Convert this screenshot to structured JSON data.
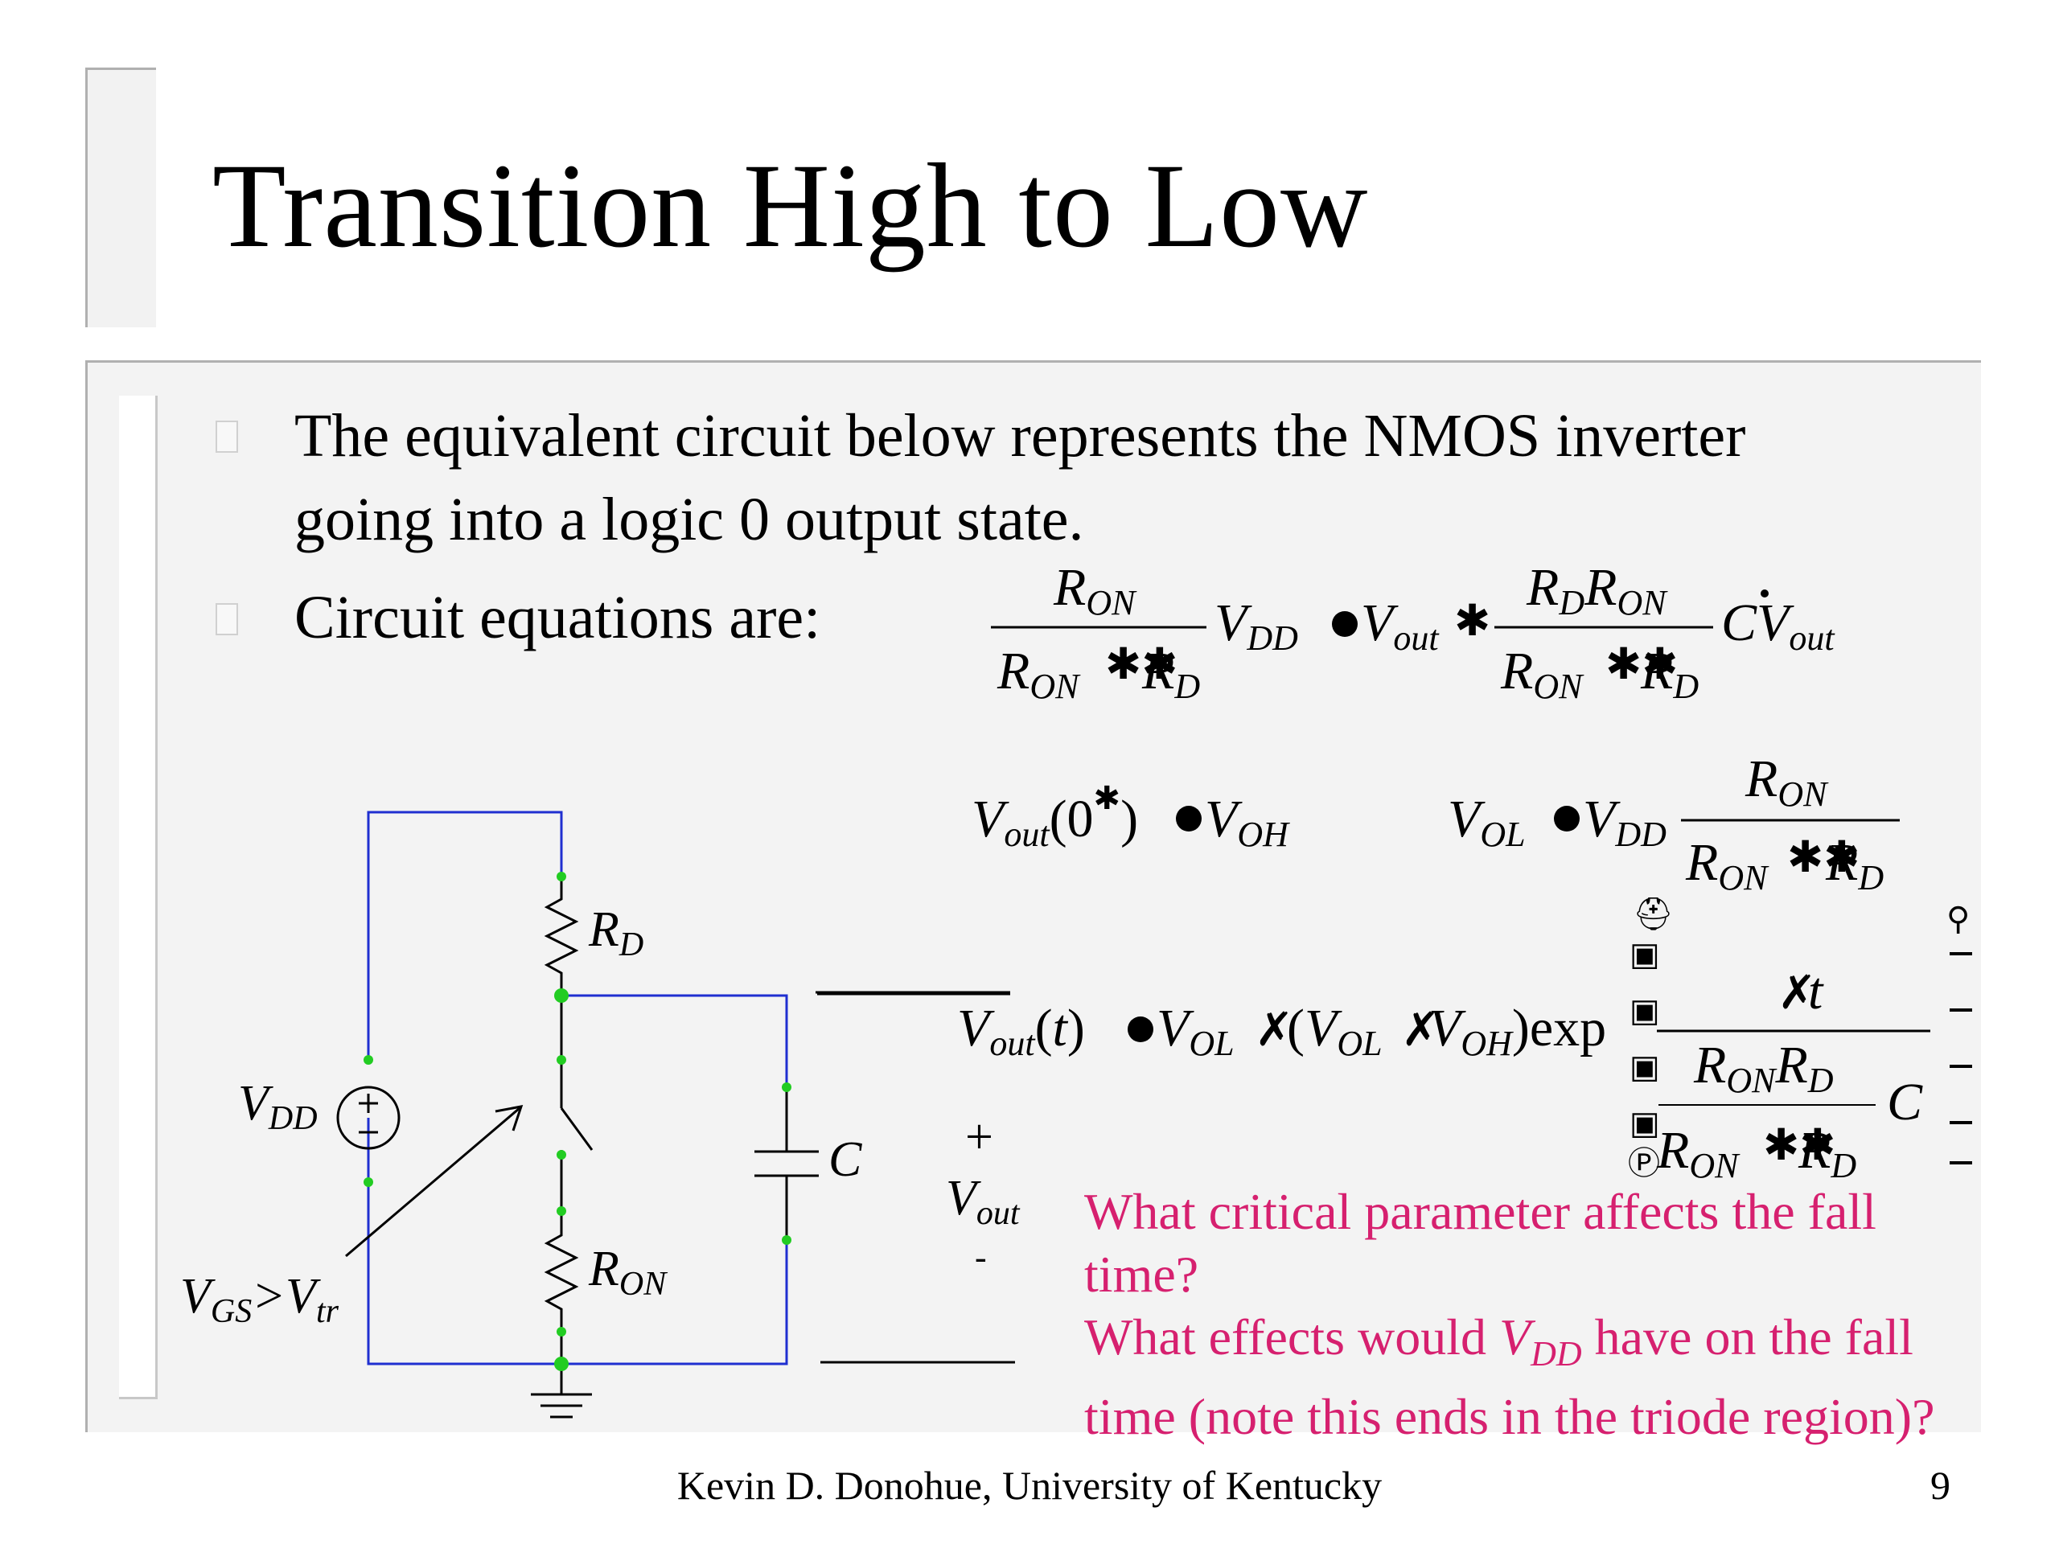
{
  "slide": {
    "title": "Transition High to Low",
    "bullets": [
      {
        "line1": "The equivalent circuit below represents the NMOS inverter",
        "line2": "going into a logic 0 output state."
      },
      {
        "line1": "Circuit equations are:"
      }
    ],
    "question1": "What critical parameter affects the fall time?",
    "question2_pre": "What effects would ",
    "question2_var": "V",
    "question2_sub": "DD",
    "question2_post": " have on the fall time (note this ends in the triode region)?",
    "footer": "Kevin D. Donohue, University of Kentucky",
    "page_number": "9"
  },
  "circuit": {
    "vdd_label": "V",
    "vdd_sub": "DD",
    "rd_label": "R",
    "rd_sub": "D",
    "ron_label": "R",
    "ron_sub": "ON",
    "c_label": "C",
    "vgs_label": "V",
    "vgs_sub": "GS",
    "vgs_op": ">V",
    "vtr_sub": "tr",
    "plus": "+",
    "minus": "-",
    "vout_label": "V",
    "vout_sub": "out"
  },
  "colors": {
    "wire": "#1f2fd0",
    "node": "#22cc22",
    "question_text": "#d6206f"
  }
}
